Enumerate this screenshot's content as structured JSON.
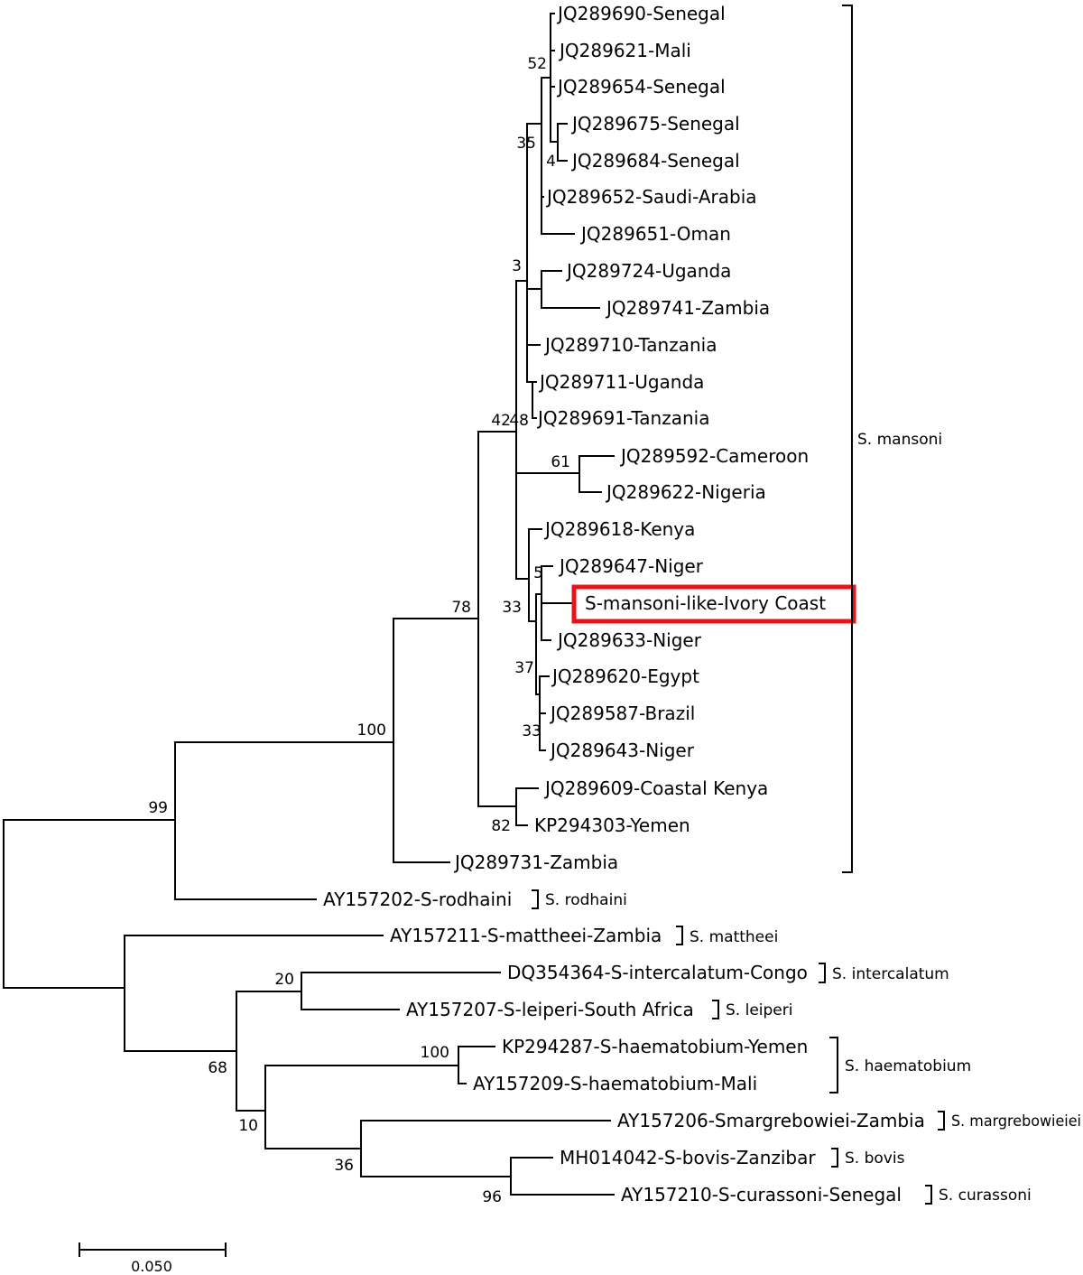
{
  "taxa": [
    "JQ289690-Senegal",
    "JQ289621-Mali",
    "JQ289654-Senegal",
    "JQ289675-Senegal",
    "JQ289684-Senegal",
    "JQ289652-Saudi-Arabia",
    "JQ289651-Oman",
    "JQ289724-Uganda",
    "JQ289741-Zambia",
    "JQ289710-Tanzania",
    "JQ289711-Uganda",
    "JQ289691-Tanzania",
    "JQ289592-Cameroon",
    "JQ289622-Nigeria",
    "JQ289618-Kenya",
    "JQ289647-Niger",
    "S-mansoni-like-Ivory Coast",
    "JQ289633-Niger",
    "JQ289620-Egypt",
    "JQ289587-Brazil",
    "JQ289643-Niger",
    "JQ289609-Coastal Kenya",
    "KP294303-Yemen",
    "JQ289731-Zambia",
    "AY157202-S-rodhaini",
    "AY157211-S-mattheei-Zambia",
    "DQ354364-S-intercalatum-Congo",
    "AY157207-S-leiperi-South Africa",
    "KP294287-S-haematobium-Yemen",
    "AY157209-S-haematobium-Mali",
    "AY157206-Smargrebowiei-Zambia",
    "MH014042-S-bovis-Zanzibar",
    "AY157210-S-curassoni-Senegal"
  ],
  "highlighted_taxon": "S-mansoni-like-Ivory Coast",
  "bootstrap_values": [
    "52",
    "35",
    "4",
    "3",
    "42",
    "48",
    "61",
    "5",
    "33",
    "37",
    "33",
    "82",
    "78",
    "100",
    "99",
    "20",
    "100",
    "68",
    "10",
    "36",
    "96"
  ],
  "species_groups": [
    "S. mansoni",
    "S. rodhaini",
    "S. mattheei",
    "S. intercalatum",
    "S. leiperi",
    "S. haematobium",
    "S. margrebowieiei",
    "S. bovis",
    "S. curassoni"
  ],
  "scale_bar": {
    "label": "0.050",
    "value": 0.05
  },
  "colors": {
    "branch": "#000000",
    "highlight_box": "#e8141b"
  }
}
